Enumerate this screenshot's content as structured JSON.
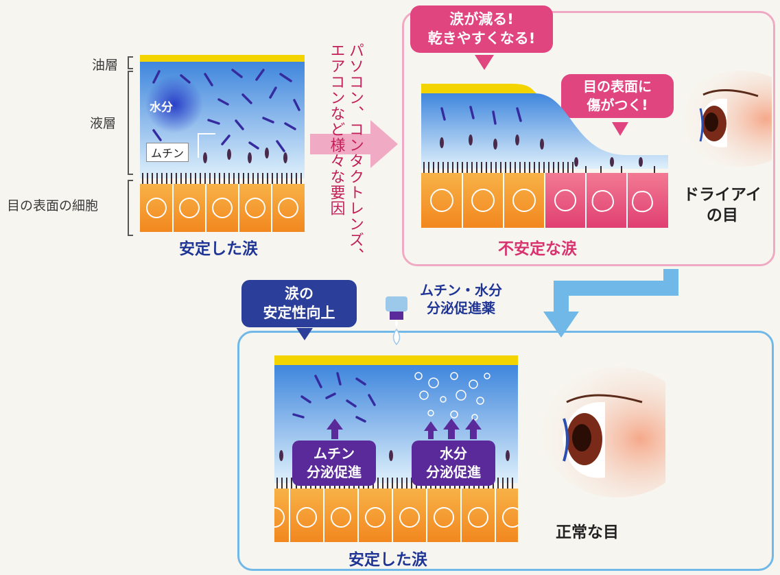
{
  "top_left": {
    "labels": {
      "oil": "油層",
      "liquid": "液層",
      "cells": "目の表面の細胞"
    },
    "tags": {
      "water": "水分",
      "mucin": "ムチン"
    },
    "caption": "安定した涙"
  },
  "arrow_note": {
    "line1": "パソコン、コンタクトレンズ、",
    "line2": "エアコンなど様々な要因"
  },
  "unstable": {
    "bubble1": {
      "line1": "涙が減る!",
      "line2": "乾きやすくなる!"
    },
    "bubble2": {
      "line1": "目の表面に",
      "line2": "傷がつく!"
    },
    "caption": "不安定な涙",
    "eye_label": {
      "line1": "ドライアイ",
      "line2": "の目"
    }
  },
  "drug": {
    "line1": "ムチン・水分",
    "line2": "分泌促進薬"
  },
  "improved": {
    "badge": {
      "line1": "涙の",
      "line2": "安定性向上"
    },
    "mucin_box": {
      "line1": "ムチン",
      "line2": "分泌促進"
    },
    "water_box": {
      "line1": "水分",
      "line2": "分泌促進"
    },
    "caption": "安定した涙",
    "eye_label": "正常な目"
  },
  "colors": {
    "oil_layer": "#f4d400",
    "water_blue": "#5a9ce6",
    "cell_orange": "#f6a23a",
    "unstable_pink": "#e0457f",
    "mucin_purple": "#5b2a9a",
    "frame_pink": "#f0a9c4",
    "frame_blue": "#6fb8e8",
    "badge_navy": "#2b3f9a"
  }
}
